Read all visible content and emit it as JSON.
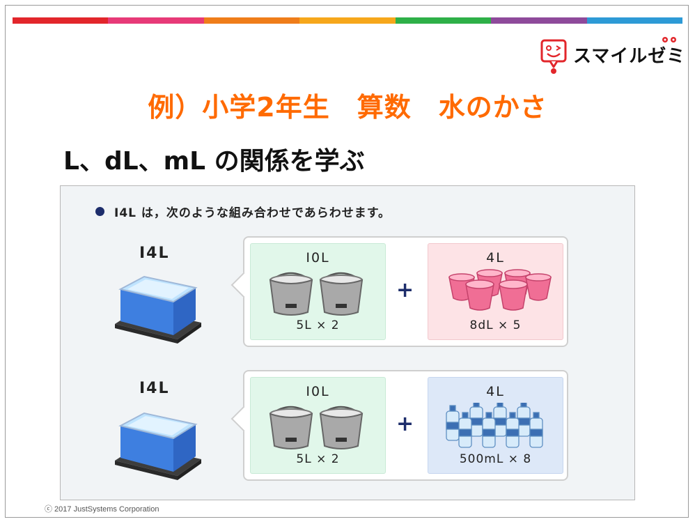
{
  "colors": {
    "rainbow": [
      "#e2262b",
      "#e73a78",
      "#ef7d1a",
      "#f6a71b",
      "#2eb048",
      "#8e4a9b",
      "#2d9ad6"
    ],
    "title": "#ff6a00",
    "accent": "#1d2d6b"
  },
  "logo": {
    "text": "スマイルゼミ",
    "icon": "smile-speech-bubble-icon"
  },
  "title": "例）小学2年生　算数　水のかさ",
  "subtitle": "L、dL、mL の関係を学ぶ",
  "panel": {
    "note": "I4L は，次のような組み合わせであらわせます。",
    "rows": [
      {
        "label": "I4L",
        "left": {
          "head": "I0L",
          "foot": "5L × 2"
        },
        "operator": "+",
        "right": {
          "head": "4L",
          "foot": "8dL × 5"
        }
      },
      {
        "label": "I4L",
        "left": {
          "head": "I0L",
          "foot": "5L × 2"
        },
        "operator": "+",
        "right": {
          "head": "4L",
          "foot": "500mL × 8"
        }
      }
    ]
  },
  "copyright": "ⓒ 2017 JustSystems Corporation"
}
